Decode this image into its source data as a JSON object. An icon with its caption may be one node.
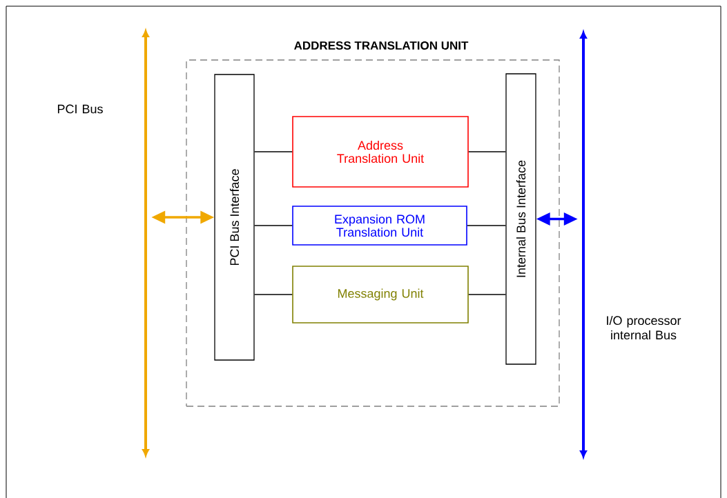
{
  "diagram": {
    "nodes": [
      {
        "text": [
          "ADDRESS TRANSLATION UNIT"
        ]
      },
      {
        "text": [
          "PCI Bus Interface"
        ],
        "in": 0
      },
      {
        "text": [
          "Address Translation Unit"
        ],
        "in": 0
      },
      {
        "text": [
          "Expansion ROM Translation Unit"
        ],
        "in": 0
      },
      {
        "text": [
          "Messaging Unit"
        ],
        "in": 0
      },
      {
        "text": [
          "Internal Bus Interface"
        ],
        "in": 0
      },
      {
        "text": [],
        "shape": "bar",
        "beside": [
          "PCI Bus"
        ]
      },
      {
        "text": [],
        "shape": "bar",
        "beside": [
          "I/O processor internal Bus"
        ]
      }
    ],
    "edges": [
      {
        "from": 1,
        "to": 2,
        "arrow": "none"
      },
      {
        "from": 1,
        "to": 3,
        "arrow": "none"
      },
      {
        "from": 1,
        "to": 4,
        "arrow": "none"
      },
      {
        "from": 2,
        "to": 5,
        "arrow": "none"
      },
      {
        "from": 3,
        "to": 5,
        "arrow": "none"
      },
      {
        "from": 4,
        "to": 5,
        "arrow": "none"
      },
      {
        "from": 6,
        "to": 1,
        "arrow": "both",
        "style": "thick",
        "color": "#f0a800"
      },
      {
        "from": 5,
        "to": 7,
        "arrow": "both",
        "style": "thick",
        "color": "#0000ff"
      }
    ]
  }
}
